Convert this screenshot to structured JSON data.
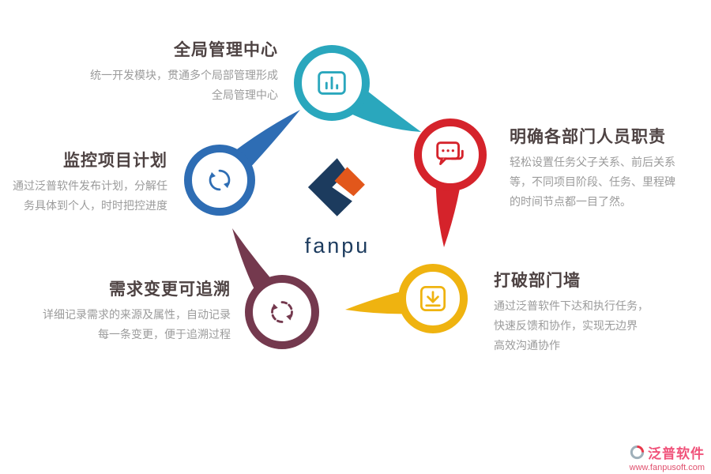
{
  "center": {
    "brand": "fanpu",
    "logo_icon": "fanpu-diamond-logo",
    "navy": "#1c3b5e",
    "orange": "#e2571b"
  },
  "features": {
    "global": {
      "title": "全局管理中心",
      "lines": [
        "统一开发模块，贯通多个局部管理形成",
        "全局管理中心"
      ],
      "color": "#2aa7bd",
      "icon": "bar-chart-icon"
    },
    "responsibility": {
      "title": "明确各部门人员职责",
      "lines": [
        "轻松设置任务父子关系、前后关系",
        "等，不同项目阶段、任务、里程碑",
        "的时间节点都一目了然。"
      ],
      "color": "#d5232b",
      "icon": "chat-dots-icon"
    },
    "wall": {
      "title": "打破部门墙",
      "lines": [
        "通过泛普软件下达和执行任务，",
        "快速反馈和协作，实现无边界",
        "高效沟通协作"
      ],
      "color": "#efb310",
      "icon": "inbox-arrow-icon"
    },
    "traceability": {
      "title": "需求变更可追溯",
      "lines": [
        "详细记录需求的来源及属性，自动记录",
        "每一条变更，便于追溯过程"
      ],
      "color": "#74394e",
      "icon": "cycle-dashed-arrows-icon"
    },
    "monitor": {
      "title": "监控项目计划",
      "lines": [
        "通过泛普软件发布计划，分解任",
        "务具体到个人，时时把控进度"
      ],
      "color": "#2e6db4",
      "icon": "refresh-arrows-icon"
    }
  },
  "watermark": {
    "brand": "泛普软件",
    "url": "www.fanpusoft.com",
    "color": "#f0527a",
    "icon": "fanpu-watermark-icon"
  }
}
